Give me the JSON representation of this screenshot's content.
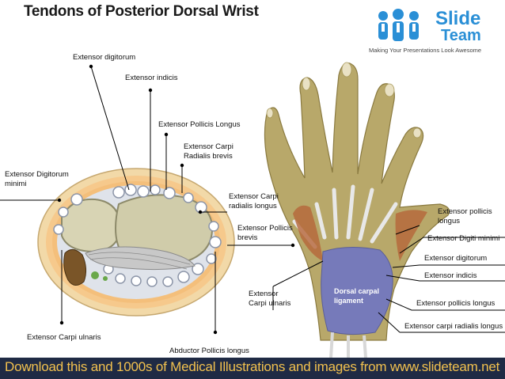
{
  "title": "Tendons of Posterior Dorsal Wrist",
  "logo": {
    "word1": "Slide",
    "word2": "Team",
    "tagline": "Making Your Presentations Look Awesome"
  },
  "labels": {
    "extensor_digitorum_top": "Extensor digitorum",
    "extensor_indicis_top": "Extensor indicis",
    "extensor_pollicis_longus_top": "Extensor Pollicis Longus",
    "extensor_carpi_radialis_brevis": [
      "Extensor Carpi",
      "Radialis brevis"
    ],
    "extensor_digitorum_minimi_left": [
      "Extensor Digitorum",
      "minimi"
    ],
    "extensor_carpi_radialis_longus_mid": [
      "Extensor Carpi",
      "radialis longus"
    ],
    "extensor_pollicis_brevis": [
      "Extensor Pollicis",
      "brevis"
    ],
    "extensor_carpi_ulnaris_mid": [
      "Extensor",
      "Carpi ulnaris"
    ],
    "extensor_carpi_ulnaris_bottom": "Extensor Carpi ulnaris",
    "abductor_pollicis_longus": "Abductor Pollicis longus",
    "dorsal_carpal_ligament": [
      "Dorsal carpal",
      "ligament"
    ],
    "extensor_pollicis_longus_right": [
      "Extensor pollicis",
      "longus"
    ],
    "extensor_digiti_minimi_right": "Extensor Digiti minimi",
    "extensor_digitorum_right": "Extensor digitorum",
    "extensor_indicis_right": "Extensor indicis",
    "extensor_pollicis_longus_right2": "Extensor pollicis longus",
    "extensor_carpi_radialis_longus_right": "Extensor carpi radialis longus"
  },
  "footer": "Download this and 1000s of Medical Illustrations and images from www.slideteam.net",
  "colors": {
    "footer_bg": "#1f2a44",
    "footer_text": "#f2c14e",
    "logo_blue": "#2a8fd6",
    "hand_fill": "#b8a86a",
    "bone_fill": "#c9c2a0",
    "ligament_purple": "#6b73c9"
  }
}
